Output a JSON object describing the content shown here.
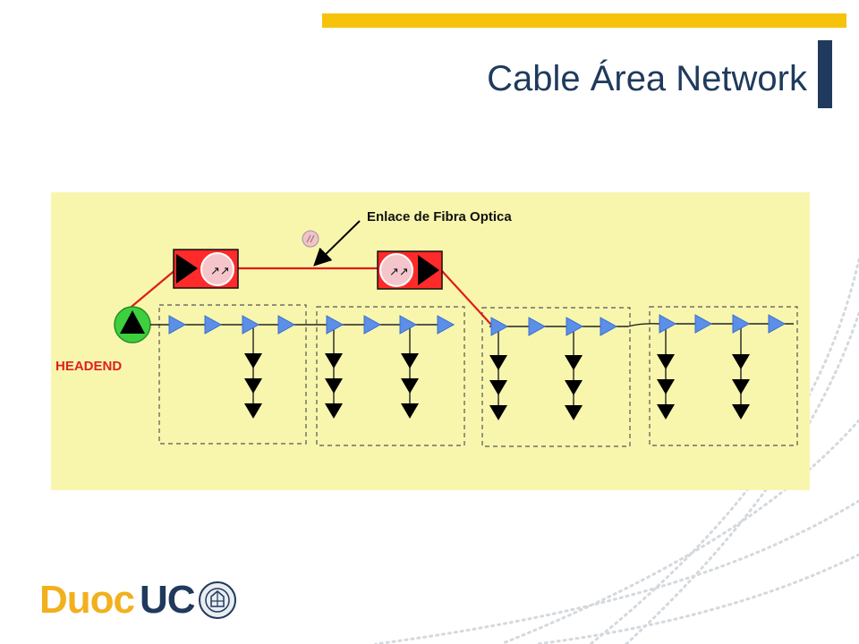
{
  "slide": {
    "title": "Cable Área Network"
  },
  "diagram": {
    "fiber_link_label": "Enlace de Fibra Optica",
    "headend_label": "HEADEND"
  },
  "logo": {
    "part1": "Duoc",
    "part2": "UC"
  },
  "colors": {
    "accent_yellow": "#f7c20a",
    "title_blue": "#1f3a5c",
    "diagram_bg": "#f8f6ad",
    "amplifier_blue": "#5b8fe8",
    "fiber_red": "#e01b1b",
    "headend_green": "#3ecf3e"
  }
}
